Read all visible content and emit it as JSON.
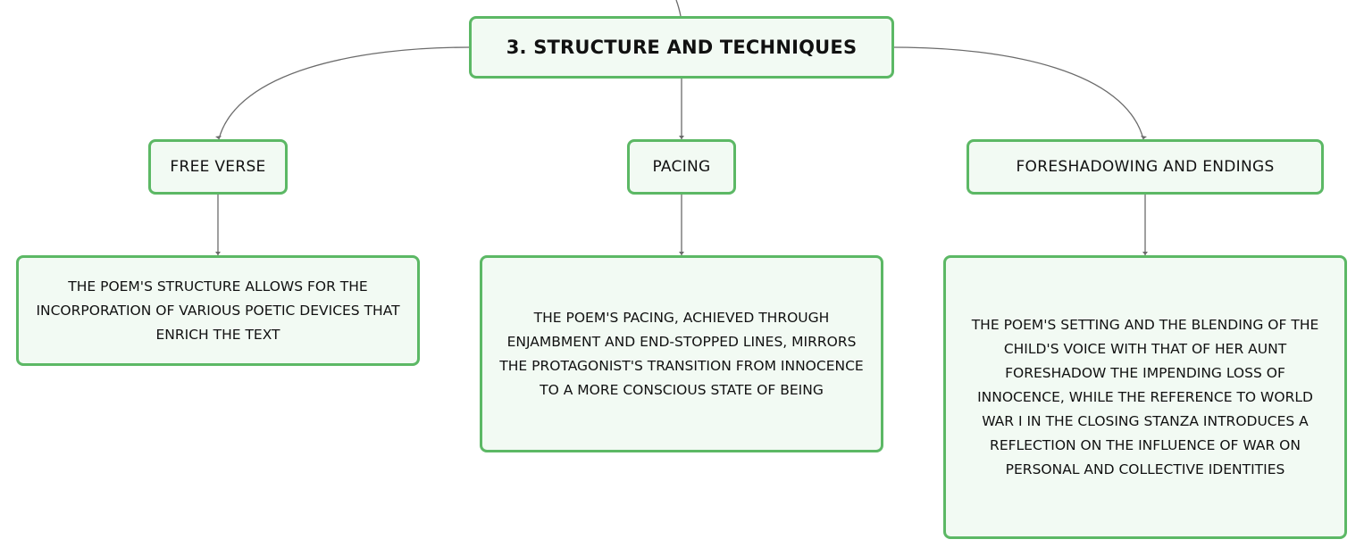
{
  "colors": {
    "node_border": "#5cb865",
    "node_fill": "#f2faf3",
    "connector": "#6b6b6b",
    "text": "#111111"
  },
  "root": {
    "label": "3. STRUCTURE AND TECHNIQUES"
  },
  "branches": [
    {
      "label": "FREE VERSE",
      "detail": "THE POEM'S STRUCTURE ALLOWS FOR THE INCORPORATION OF VARIOUS POETIC DEVICES THAT ENRICH THE TEXT"
    },
    {
      "label": "PACING",
      "detail": "THE POEM'S PACING, ACHIEVED THROUGH ENJAMBMENT AND END-STOPPED LINES, MIRRORS THE PROTAGONIST'S TRANSITION FROM INNOCENCE TO A MORE CONSCIOUS STATE OF BEING"
    },
    {
      "label": "FORESHADOWING AND ENDINGS",
      "detail": "THE POEM'S SETTING AND THE BLENDING OF THE CHILD'S VOICE WITH THAT OF HER AUNT FORESHADOW THE IMPENDING LOSS OF INNOCENCE, WHILE THE REFERENCE TO WORLD WAR I IN THE CLOSING STANZA INTRODUCES A REFLECTION ON THE INFLUENCE OF WAR ON PERSONAL AND COLLECTIVE IDENTITIES"
    }
  ]
}
